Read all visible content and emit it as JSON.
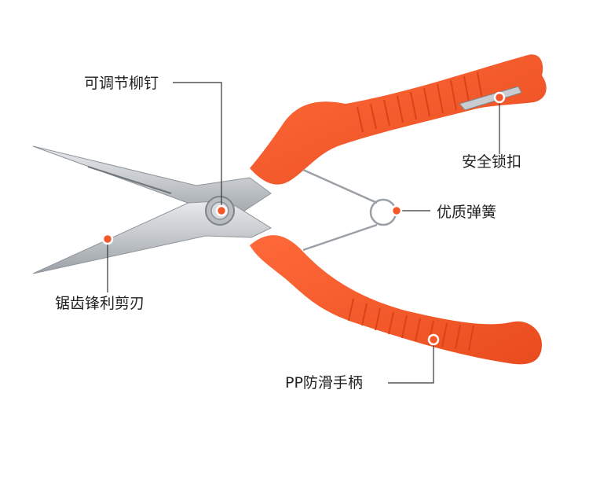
{
  "colors": {
    "handle": "#f4582a",
    "handle_dark": "#d8431a",
    "blade": "#c9ccd0",
    "blade_dark": "#8f949a",
    "marker": "#f4582a",
    "leader": "#333333"
  },
  "callouts": {
    "rivet": "可调节柳钉",
    "safety_lock": "安全锁扣",
    "spring": "优质弹簧",
    "blade": "锯齿锋利剪刃",
    "handle": "PP防滑手柄"
  }
}
